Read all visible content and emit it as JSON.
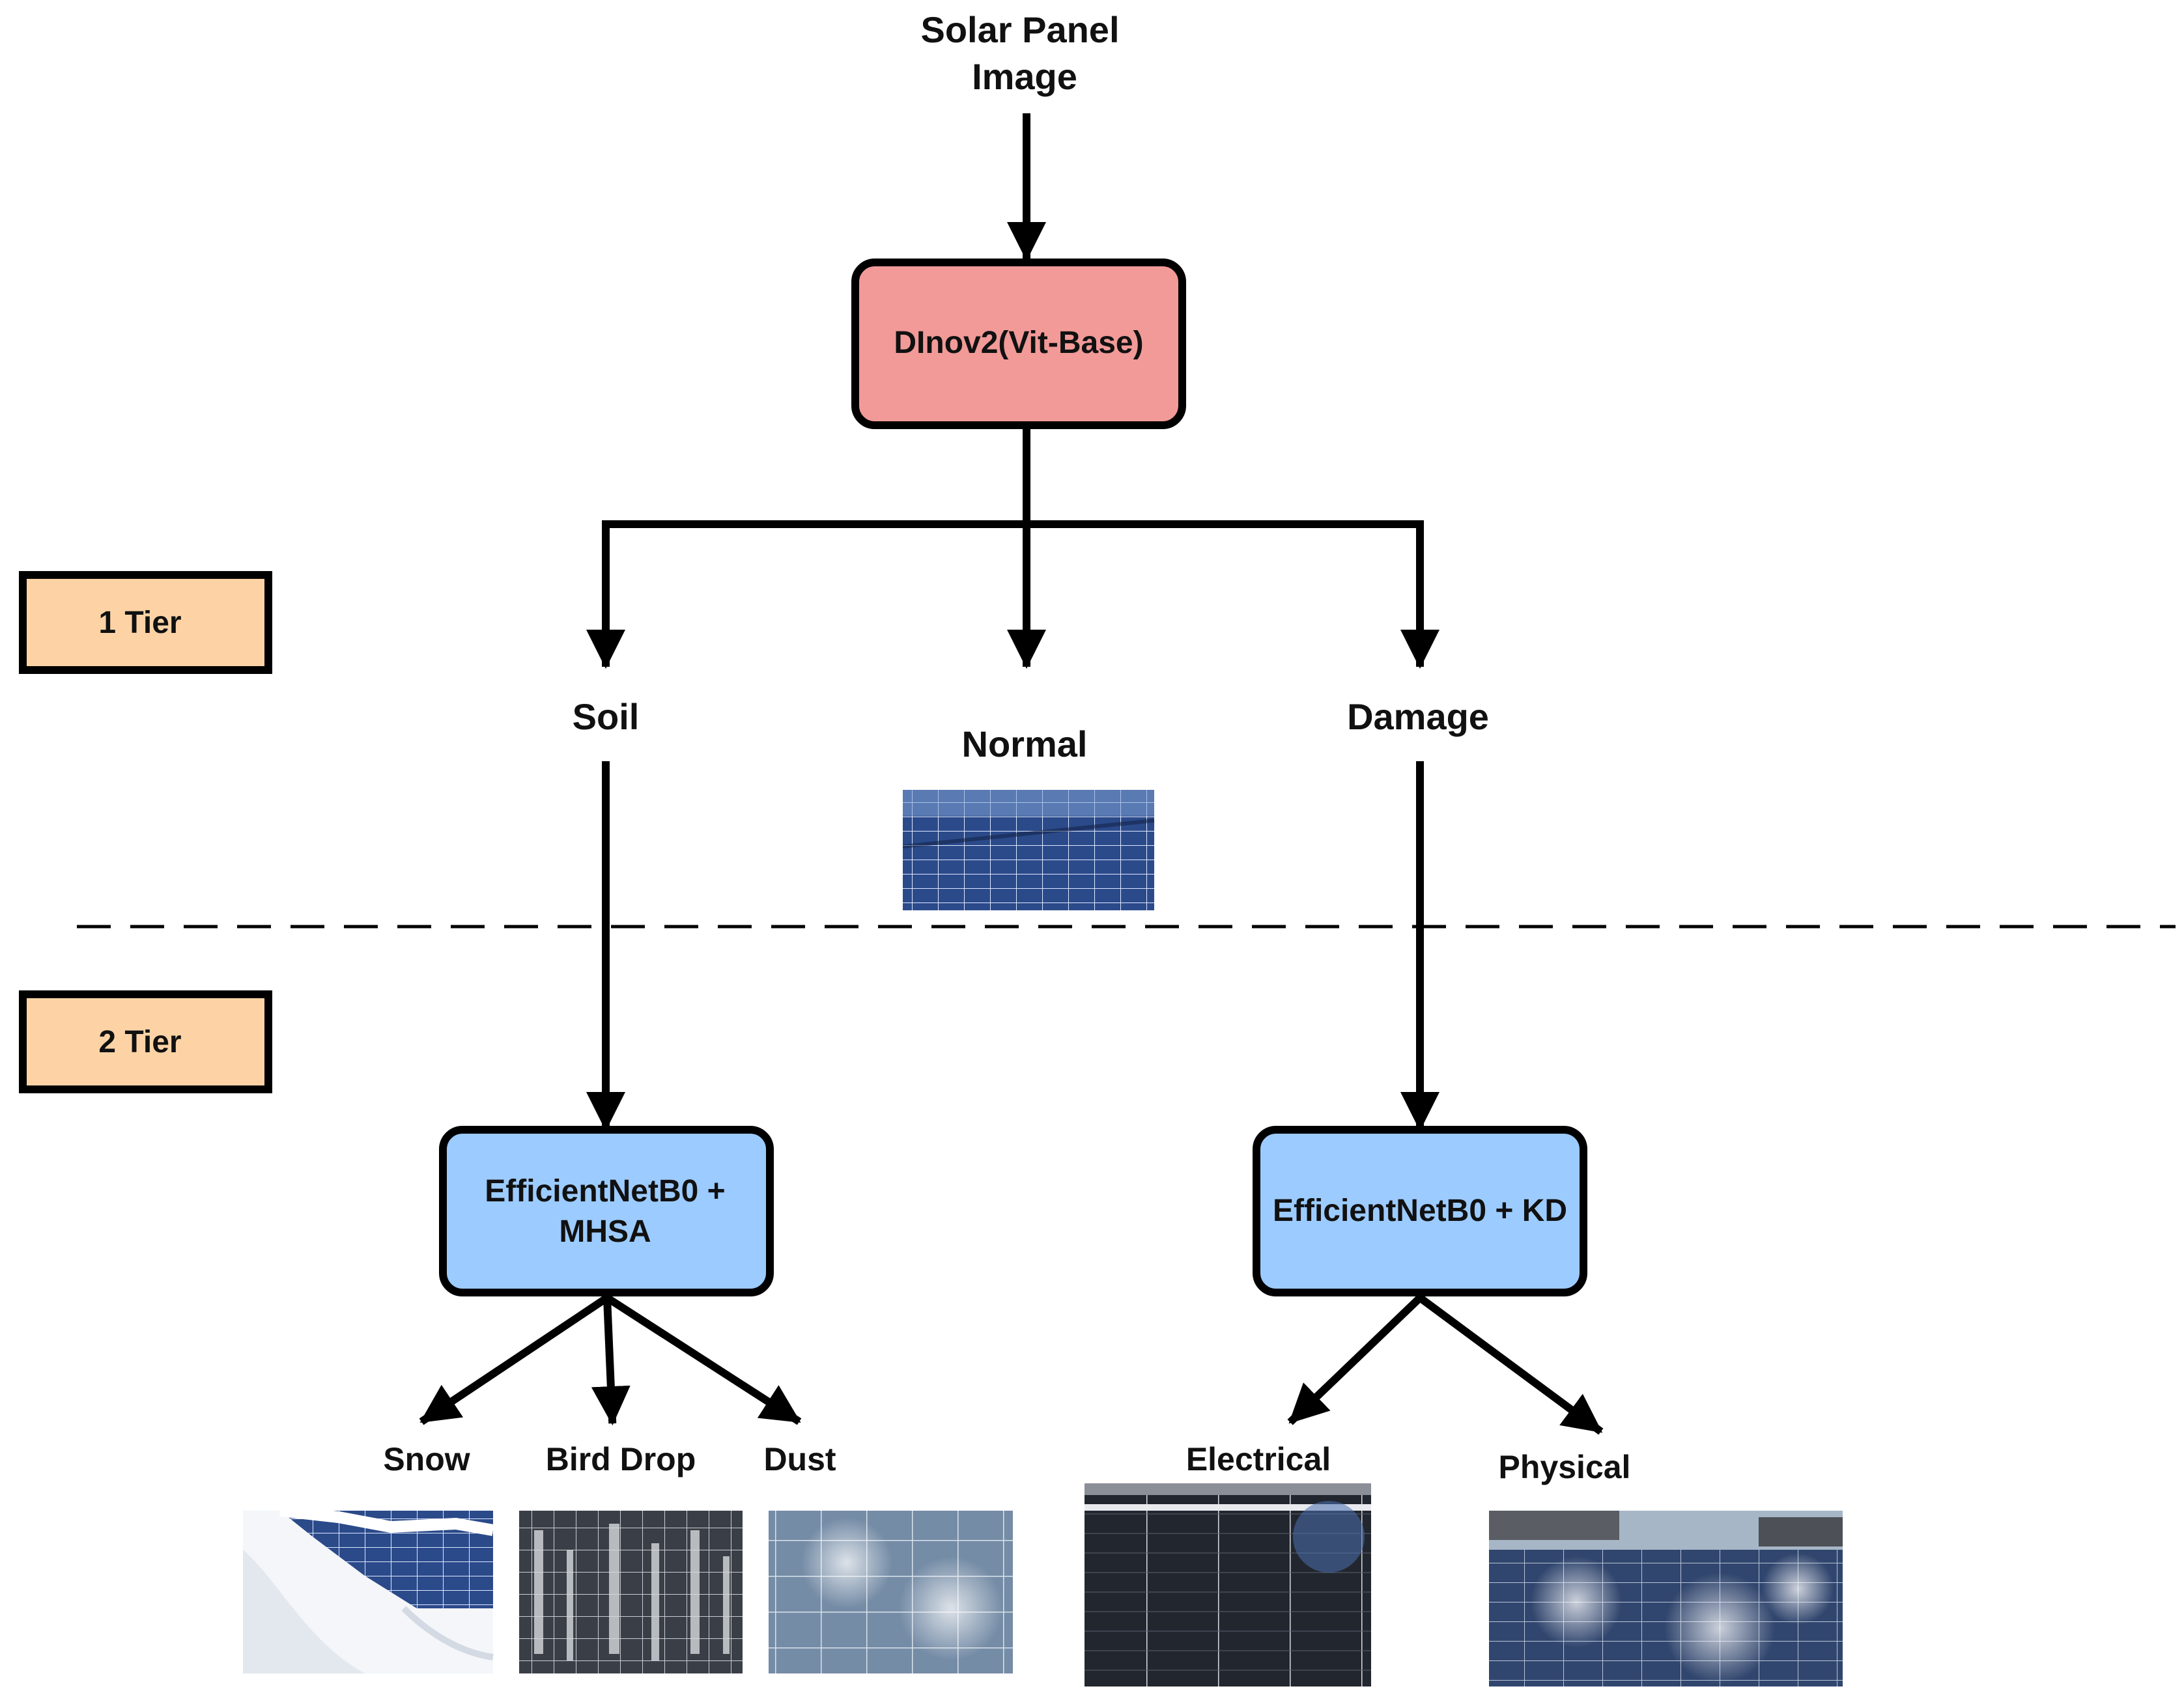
{
  "input": {
    "line1": "Solar Panel",
    "line2": "Image"
  },
  "root_model": {
    "label": "DInov2(Vit-Base)"
  },
  "tiers": {
    "tier1": "1 Tier",
    "tier2": "2 Tier"
  },
  "tier1_classes": {
    "soil": "Soil",
    "normal": "Normal",
    "damage": "Damage"
  },
  "soil_model": {
    "line1": "EfficientNetB0 +",
    "line2": "MHSA"
  },
  "damage_model": {
    "label": "EfficientNetB0 + KD"
  },
  "soil_subclasses": {
    "snow": "Snow",
    "bird_drop": "Bird Drop",
    "dust": "Dust"
  },
  "damage_subclasses": {
    "electrical": "Electrical",
    "physical": "Physical"
  },
  "colors": {
    "root_fill": "#f19a98",
    "model_fill": "#9ccbff",
    "tier_fill": "#fdd3a6",
    "stroke": "#000000"
  }
}
